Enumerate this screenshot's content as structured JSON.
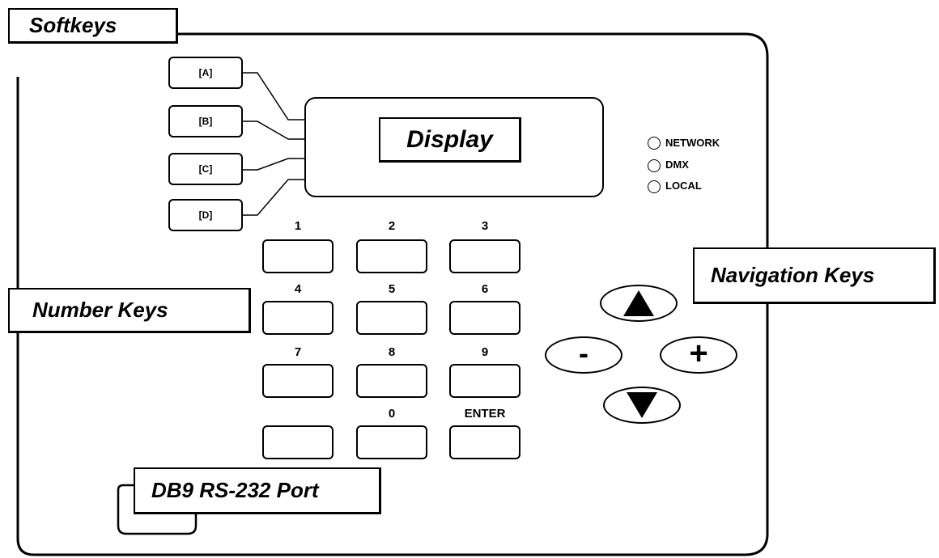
{
  "callouts": {
    "softkeys": "Softkeys",
    "display": "Display",
    "number_keys": "Number Keys",
    "navigation_keys": "Navigation Keys",
    "db9_port": "DB9 RS-232 Port"
  },
  "softkeys": [
    {
      "label": "[A]"
    },
    {
      "label": "[B]"
    },
    {
      "label": "[C]"
    },
    {
      "label": "[D]"
    }
  ],
  "indicators": [
    {
      "label": "NETWORK"
    },
    {
      "label": "DMX"
    },
    {
      "label": "LOCAL"
    }
  ],
  "number_keys": [
    "1",
    "2",
    "3",
    "4",
    "5",
    "6",
    "7",
    "8",
    "9",
    "",
    "0",
    "ENTER"
  ],
  "navigation": {
    "up_icon": "triangle-up-icon",
    "down_icon": "triangle-down-icon",
    "minus_label": "-",
    "plus_label": "+"
  }
}
